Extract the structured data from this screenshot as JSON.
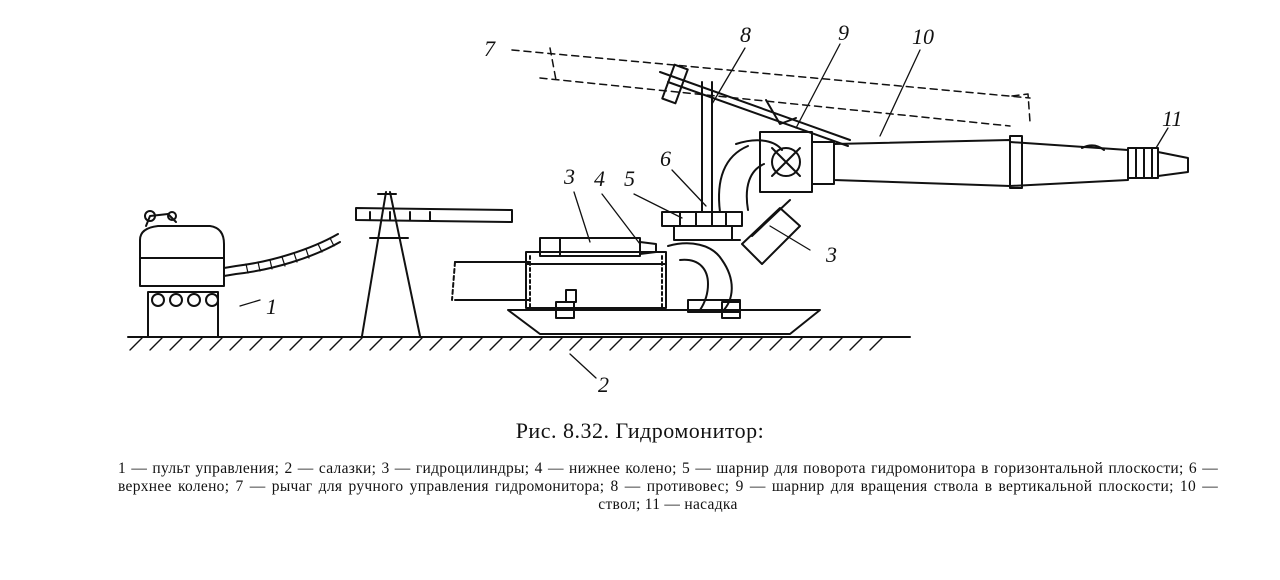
{
  "figure": {
    "labels": {
      "l1": "1",
      "l2": "2",
      "l3a": "3",
      "l3b": "3",
      "l4": "4",
      "l5": "5",
      "l6": "6",
      "l7": "7",
      "l8": "8",
      "l9": "9",
      "l10": "10",
      "l11": "11"
    }
  },
  "caption": {
    "title": "Рис. 8.32. Гидромонитор:",
    "body": "1 — пульт управления; 2 — салазки; 3 — гидроцилиндры; 4 — нижнее колено; 5 — шарнир для поворота гидромонитора в горизонтальной плоскости; 6 — верхнее колено; 7 — рычаг для ручного управления гидромонитора; 8 — противовес; 9 — шарнир для вращения ствола в вертикальной плоскости; 10 — ствол; 11 — насадка"
  }
}
